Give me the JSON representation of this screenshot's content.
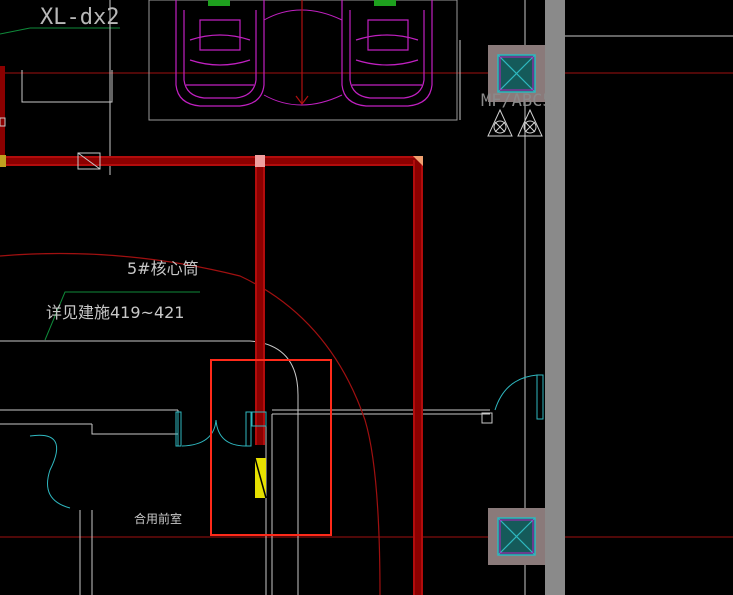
{
  "labels": {
    "cable_tag": "XL-dx2",
    "equipment_tag": "MF/ABC5",
    "core_tube": "5#核心筒",
    "detail_ref": "详见建施419~421",
    "room_name": "合用前室"
  },
  "colors": {
    "background": "#000000",
    "pipe": "#8b0000",
    "pipe_highlight": "#d81818",
    "parking": "#c020c0",
    "wall_line": "#c8c8c8",
    "cyan": "#2fb8c0",
    "green_line": "#0f8a3a",
    "axis_line": "#a01010",
    "annotation_box": "#ff2a1a",
    "column_fill": "#8a8a8a",
    "fan_box": "#8a7a7a",
    "marker": "#e6e000"
  }
}
